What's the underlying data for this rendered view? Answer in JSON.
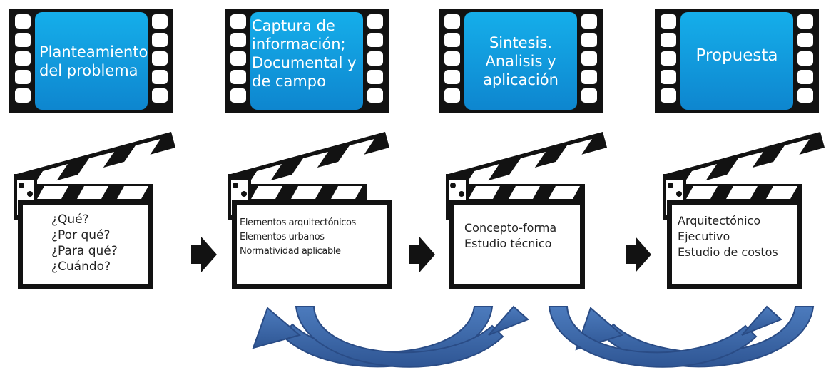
{
  "stages": [
    {
      "title_lines": [
        "Planteamiento",
        "del problema"
      ],
      "questions": [
        "¿Qué?",
        "¿Por qué?",
        "¿Para qué?",
        "¿Cuándo?"
      ]
    },
    {
      "title_lines": [
        "Captura de",
        "información;",
        "Documental y",
        "de campo"
      ],
      "questions": [
        "Elementos arquitectónicos",
        "Elementos urbanos",
        "Normatividad aplicable"
      ]
    },
    {
      "title_lines": [
        "Sintesis.",
        "Analisis y",
        "aplicación"
      ],
      "questions": [
        "Concepto-forma",
        "Estudio técnico"
      ]
    },
    {
      "title_lines": [
        "Propuesta"
      ],
      "questions": [
        "Arquitectónico",
        "Ejecutivo",
        "Estudio de costos"
      ]
    }
  ],
  "colors": {
    "film": "#121212",
    "screen": "#0e86cf",
    "arrow": "#3d69a8"
  }
}
